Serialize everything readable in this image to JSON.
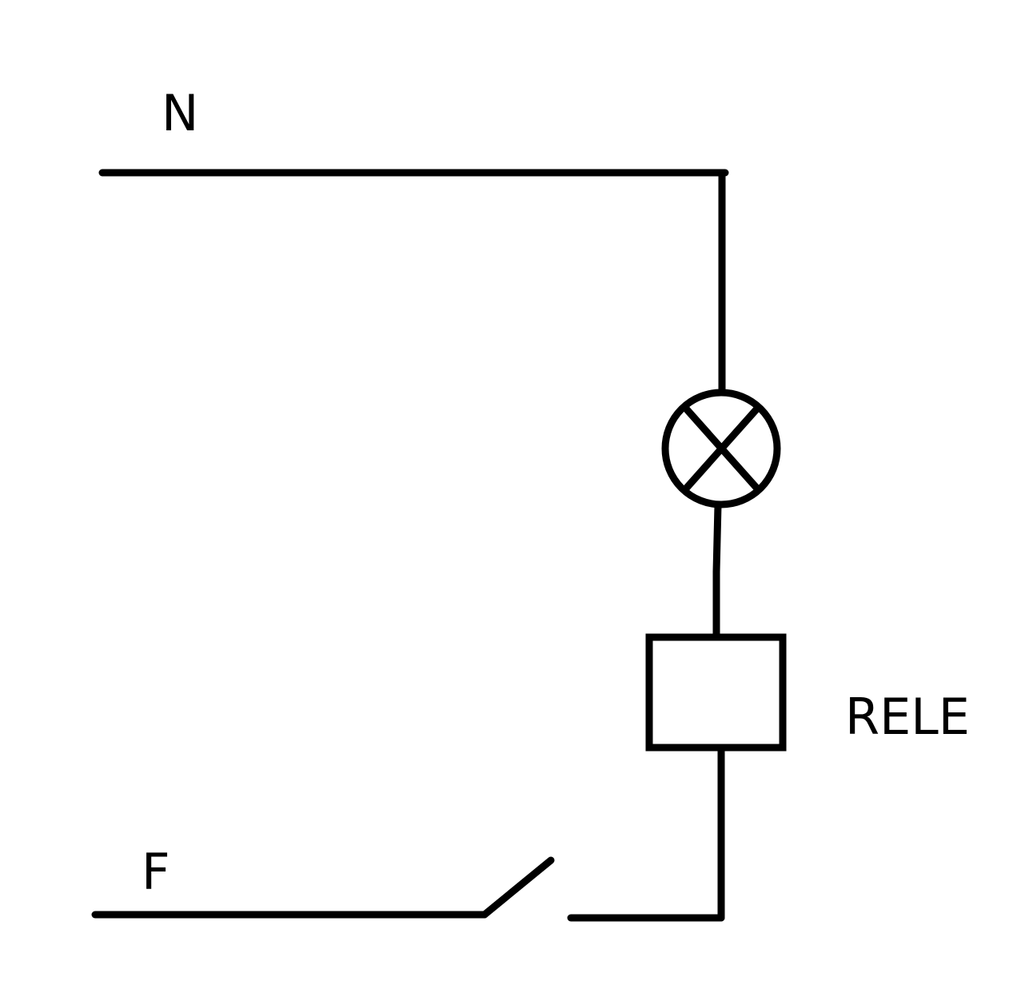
{
  "diagram": {
    "labels": {
      "neutral": "N",
      "phase": "F",
      "relay": "RELE"
    },
    "components": [
      {
        "id": "lamp",
        "icon": "lamp-icon"
      },
      {
        "id": "relay",
        "icon": "relay-coil-icon"
      },
      {
        "id": "switch",
        "icon": "switch-icon",
        "state": "open"
      }
    ],
    "colors": {
      "line": "#000000",
      "background": "#ffffff"
    }
  }
}
